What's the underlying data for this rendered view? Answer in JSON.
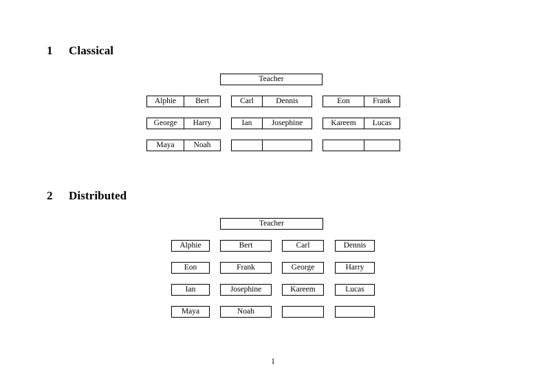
{
  "document": {
    "page_number": "1"
  },
  "sections": [
    {
      "number": "1",
      "title": "Classical",
      "teacher_label": "Teacher",
      "groups": [
        {
          "rows": [
            [
              "Alphie",
              "Bert"
            ],
            [
              "George",
              "Harry"
            ],
            [
              "Maya",
              "Noah"
            ]
          ]
        },
        {
          "rows": [
            [
              "Carl",
              "Dennis"
            ],
            [
              "Ian",
              "Josephine"
            ],
            [
              "",
              ""
            ]
          ]
        },
        {
          "rows": [
            [
              "Eon",
              "Frank"
            ],
            [
              "Kareem",
              "Lucas"
            ],
            [
              "",
              ""
            ]
          ]
        }
      ]
    },
    {
      "number": "2",
      "title": "Distributed",
      "teacher_label": "Teacher",
      "rows": [
        [
          "Alphie",
          "Bert",
          "Carl",
          "Dennis"
        ],
        [
          "Eon",
          "Frank",
          "George",
          "Harry"
        ],
        [
          "Ian",
          "Josephine",
          "Kareem",
          "Lucas"
        ],
        [
          "Maya",
          "Noah",
          "",
          ""
        ]
      ]
    }
  ],
  "colors": {
    "text": "#000000",
    "border": "#000000",
    "background": "#ffffff"
  }
}
